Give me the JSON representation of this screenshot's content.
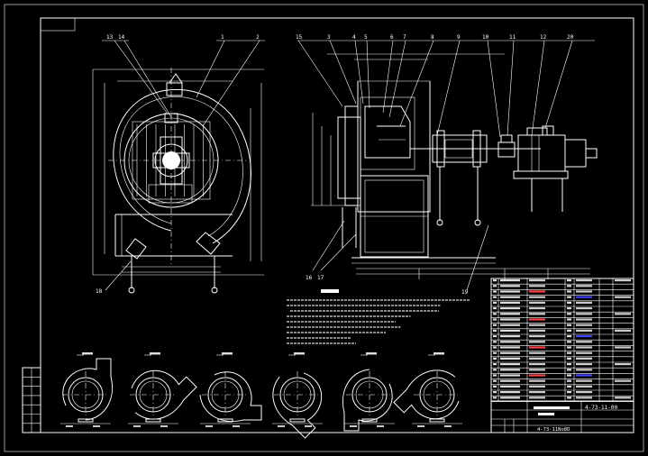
{
  "drawing": {
    "front_view_labels": [
      "13",
      "14",
      "1",
      "2"
    ],
    "side_view_labels_top": [
      "15",
      "3",
      "4",
      "5",
      "6",
      "7",
      "8",
      "9",
      "10",
      "11",
      "12",
      "20"
    ],
    "bottom_labels_left": [
      "18"
    ],
    "bottom_labels_mid": [
      "16",
      "17"
    ],
    "bottom_labels_right": [
      "19"
    ]
  },
  "title_block": {
    "drawing_number": "4-73-11-00",
    "subtitle": "4-73-11No8D"
  },
  "colors": {
    "background": "#000000",
    "line": "#ffffff",
    "parts_table_accent": "#ff4040",
    "parts_table_accent_alt": "#4040ff"
  }
}
